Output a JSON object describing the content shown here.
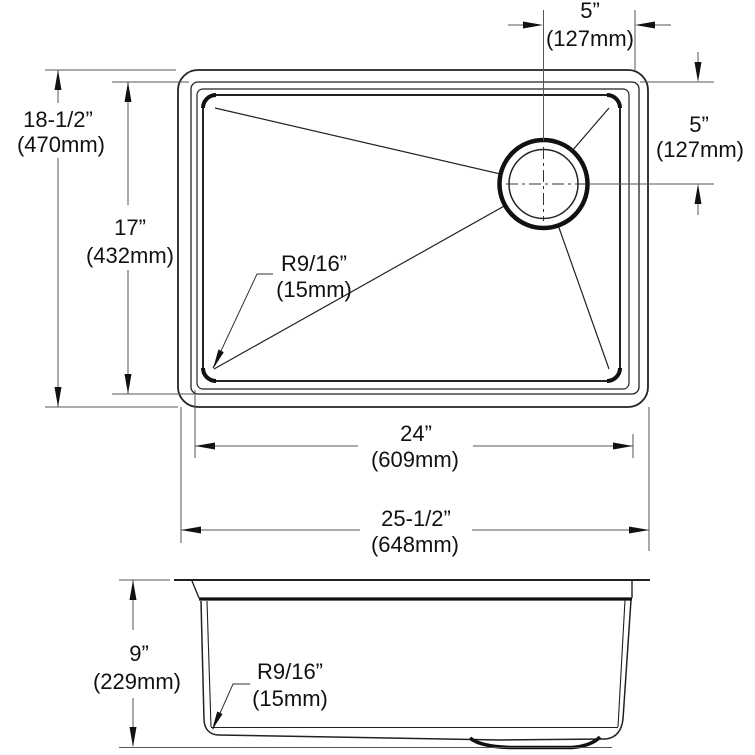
{
  "page": {
    "background": "#ffffff",
    "description": "Technical dimension drawing of a single-bowl undermount sink, top view and side view"
  },
  "colors": {
    "object_line": "#222222",
    "bold_line": "#111111",
    "dim_line": "#555555",
    "text": "#111111"
  },
  "top_view": {
    "overall_depth": {
      "imperial": "18-1/2”",
      "metric": "(470mm)"
    },
    "bowl_front_to_back": {
      "imperial": "17”",
      "metric": "(432mm)"
    },
    "drain_offset_from_edge": {
      "imperial": "5”",
      "metric": "(127mm)"
    },
    "drain_offset_from_top": {
      "imperial": "5”",
      "metric": "(127mm)"
    },
    "corner_radius": {
      "imperial": "R9/16”",
      "metric": "(15mm)"
    },
    "bowl_width": {
      "imperial": "24”",
      "metric": "(609mm)"
    },
    "overall_width": {
      "imperial": "25-1/2”",
      "metric": "(648mm)"
    }
  },
  "side_view": {
    "bowl_height": {
      "imperial": "9”",
      "metric": "(229mm)"
    },
    "bottom_corner_radius": {
      "imperial": "R9/16”",
      "metric": "(15mm)"
    }
  }
}
